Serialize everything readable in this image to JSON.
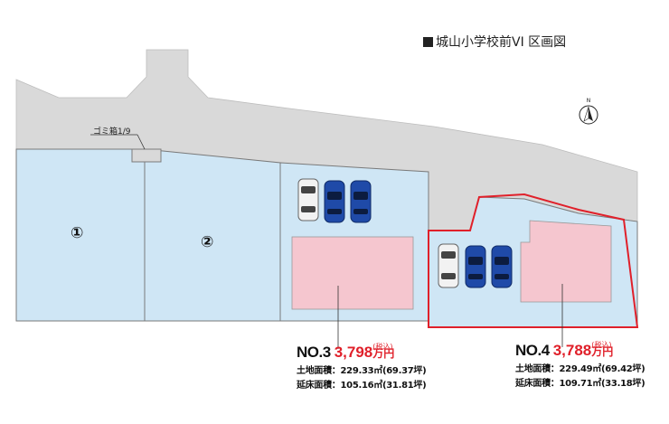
{
  "title": "城山小学校前VI 区画図",
  "north_label": "N",
  "garbage_label": "ゴミ箱1/9",
  "lots": [
    {
      "label": "①"
    },
    {
      "label": "②"
    }
  ],
  "listings": [
    {
      "number": "NO.3",
      "price": "3,798",
      "unit": "万円",
      "tax_note": "(税込)",
      "land_area": "土地面積：229.33㎡(69.37坪)",
      "floor_area": "延床面積：105.16㎡(31.81坪)"
    },
    {
      "number": "NO.4",
      "price": "3,788",
      "unit": "万円",
      "tax_note": "(税込)",
      "land_area": "土地面積：229.49㎡(69.42坪)",
      "floor_area": "延床面積：109.71㎡(33.18坪)"
    }
  ],
  "colors": {
    "road": "#d9d9d9",
    "lot_fill": "#cfe6f5",
    "lot_line": "#7a7a7a",
    "house_fill": "#f5c6cf",
    "highlight": "#e0202a",
    "car_blue": "#1f4aa8",
    "car_white": "#f2f2f2"
  }
}
